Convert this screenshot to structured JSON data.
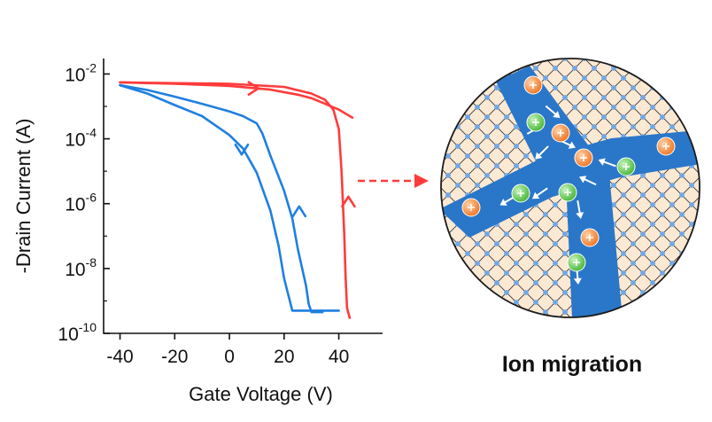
{
  "colors": {
    "forward_sweep": "#ff3b3b",
    "reverse_sweep": "#1f7fe0",
    "lattice_background": "#fbe9d4",
    "lattice_node": "#6fa8e6",
    "lattice_line": "#3a3a3a",
    "channel": "#2a77c9",
    "ion_orange": "#f07a2a",
    "ion_green": "#4cba3c",
    "arrow_connector": "#ff3b3b"
  },
  "chart_data": {
    "type": "line",
    "xlabel": "Gate Voltage (V)",
    "ylabel": "-Drain Current (A)",
    "xlim": [
      -46,
      56
    ],
    "ylim": [
      1e-10,
      0.03
    ],
    "xscale": "linear",
    "yscale": "log",
    "x_ticks": [
      -40,
      -20,
      0,
      20,
      40
    ],
    "x_tick_labels": [
      "-40",
      "-20",
      "0",
      "20",
      "40"
    ],
    "y_ticks": [
      {
        "value": 0.01,
        "base": "10",
        "exp": "-2"
      },
      {
        "value": 0.0001,
        "base": "10",
        "exp": "-4"
      },
      {
        "value": 1e-06,
        "base": "10",
        "exp": "-6"
      },
      {
        "value": 1e-08,
        "base": "10",
        "exp": "-8"
      },
      {
        "value": 1e-10,
        "base": "10",
        "exp": "-10"
      }
    ],
    "grid": false,
    "series": [
      {
        "color_key": "forward_sweep",
        "x": [
          -40,
          -20,
          0,
          15,
          25,
          30,
          35,
          40,
          45
        ],
        "y": [
          0.0055,
          0.005,
          0.0043,
          0.0033,
          0.0023,
          0.0018,
          0.0012,
          0.0008,
          0.00045
        ]
      },
      {
        "color_key": "forward_sweep",
        "x": [
          -40,
          -20,
          0,
          20,
          30,
          35,
          38,
          40,
          41,
          42,
          42.5,
          43,
          44
        ],
        "y": [
          0.0055,
          0.0052,
          0.005,
          0.004,
          0.0025,
          0.0016,
          0.0008,
          0.0002,
          1e-05,
          1e-07,
          5e-09,
          6e-10,
          3e-10
        ]
      },
      {
        "color_key": "reverse_sweep",
        "x": [
          -40,
          -30,
          -20,
          -10,
          0,
          5,
          10,
          15,
          18,
          20,
          23,
          24,
          40
        ],
        "y": [
          0.0045,
          0.0025,
          0.0011,
          0.0005,
          0.00013,
          5e-05,
          9e-06,
          6e-07,
          5e-08,
          5e-09,
          5e-10,
          5e-10,
          5e-10
        ]
      },
      {
        "color_key": "reverse_sweep",
        "x": [
          -40,
          -30,
          -20,
          -10,
          0,
          5,
          10,
          12,
          15,
          20,
          23,
          25,
          28,
          29,
          30,
          34
        ],
        "y": [
          0.0045,
          0.0032,
          0.002,
          0.0012,
          0.0007,
          0.0005,
          0.0003,
          0.00015,
          3e-05,
          2.5e-06,
          3.5e-07,
          4e-08,
          3e-09,
          8e-10,
          4.5e-10,
          4.5e-10
        ]
      }
    ],
    "direction_markers": [
      {
        "color_key": "forward_sweep",
        "x": 9,
        "y": 0.0036,
        "direction": "right"
      },
      {
        "color_key": "forward_sweep",
        "x": 43.5,
        "y": 1.2e-06,
        "direction": "up"
      },
      {
        "color_key": "reverse_sweep",
        "x": 4.5,
        "y": 4.5e-05,
        "direction": "down"
      },
      {
        "color_key": "reverse_sweep",
        "x": 25.5,
        "y": 6e-07,
        "direction": "up"
      }
    ]
  },
  "schematic": {
    "title": "Ion migration",
    "ion_colors": [
      "orange",
      "green"
    ]
  }
}
